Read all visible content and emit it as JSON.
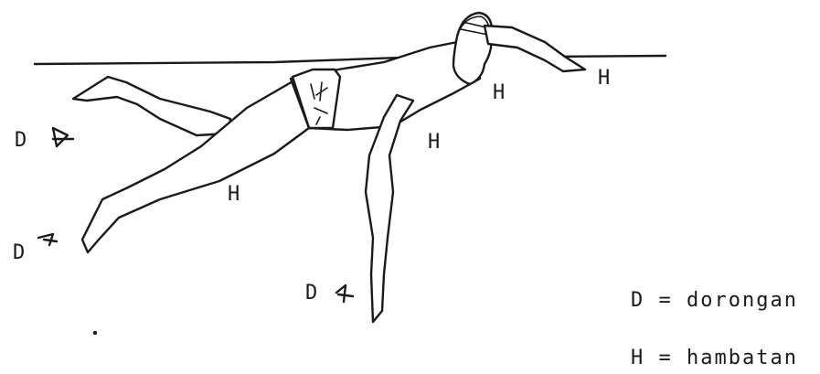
{
  "labels": {
    "h_hand": "H",
    "h_head": "H",
    "h_arm": "H",
    "h_leg": "H",
    "d_kick_upper": "D",
    "d_kick_lower": "D",
    "d_arm": "D"
  },
  "legend": [
    {
      "text": "D = dorongan"
    },
    {
      "text": "H = hambatan"
    }
  ]
}
